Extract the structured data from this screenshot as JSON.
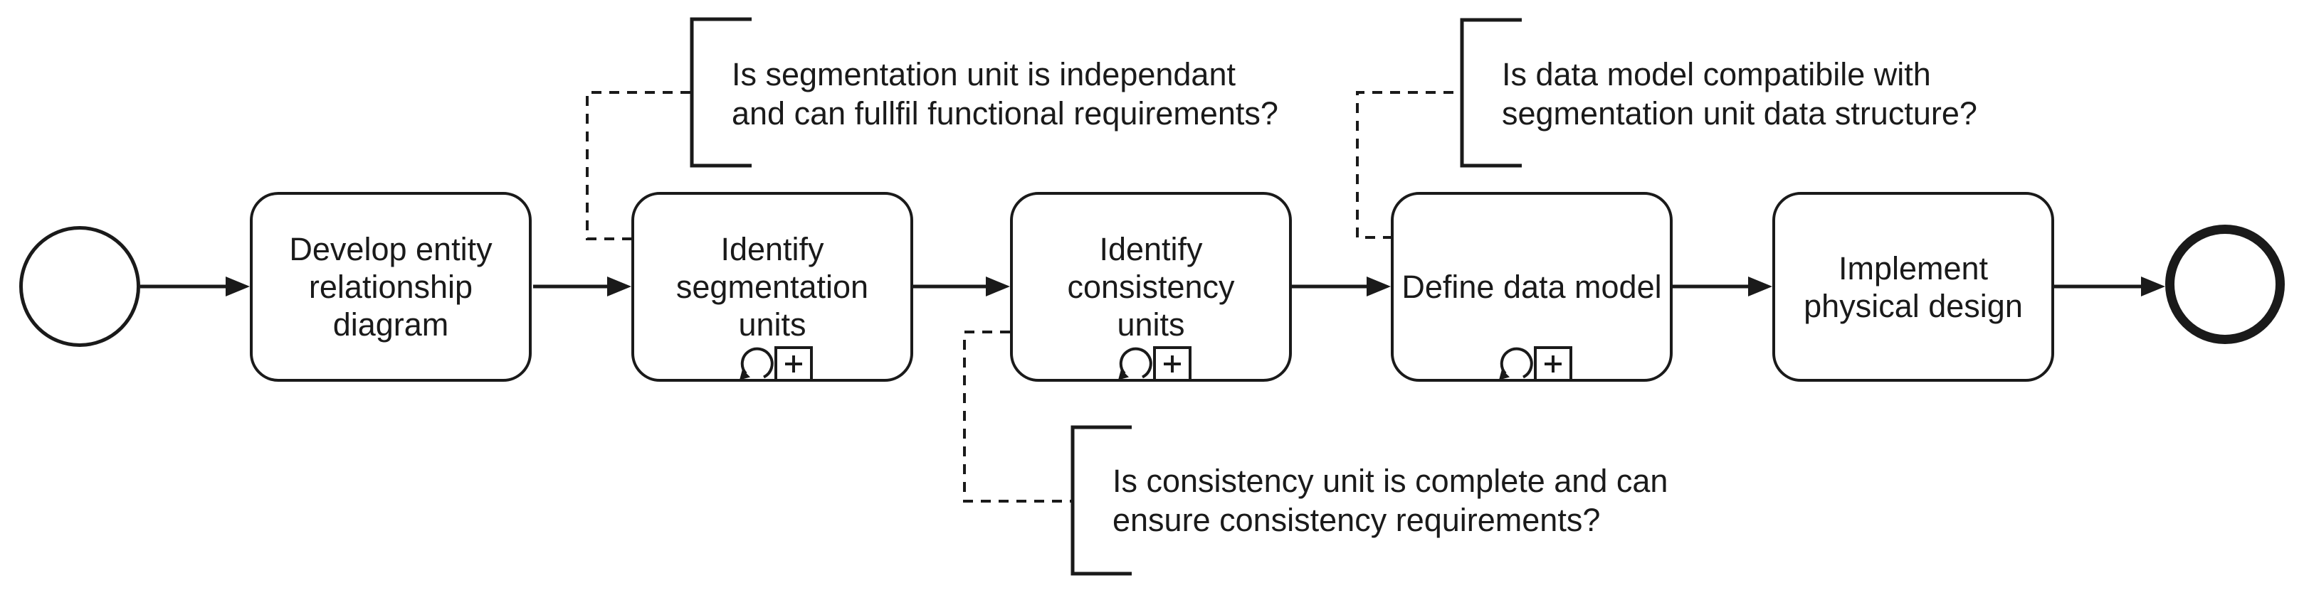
{
  "diagram": {
    "kind": "BPMN process flow",
    "colors": {
      "background": "#ffffff",
      "stroke": "#1a1a1a",
      "text": "#1a1a1a"
    },
    "start_event": {
      "type": "start-event"
    },
    "end_event": {
      "type": "end-event"
    },
    "tasks": [
      {
        "id": "develop-entity-relationship-diagram",
        "label": "Develop entity relationship diagram",
        "lines": [
          "Develop entity",
          "relationship",
          "diagram"
        ],
        "markers": []
      },
      {
        "id": "identify-segmentation-units",
        "label": "Identify segmentation units",
        "lines": [
          "Identify",
          "segmentation",
          "units"
        ],
        "markers": [
          "loop",
          "subprocess"
        ]
      },
      {
        "id": "identify-consistency-units",
        "label": "Identify consistency units",
        "lines": [
          "Identify",
          "consistency",
          "units"
        ],
        "markers": [
          "loop",
          "subprocess"
        ]
      },
      {
        "id": "define-data-model",
        "label": "Define data model",
        "lines": [
          "Define data model"
        ],
        "markers": [
          "loop",
          "subprocess"
        ]
      },
      {
        "id": "implement-physical-design",
        "label": "Implement physical design",
        "lines": [
          "Implement",
          "physical design"
        ],
        "markers": []
      }
    ],
    "annotations": [
      {
        "id": "segmentation-unit-question",
        "attached_to": "identify-segmentation-units",
        "position": "top",
        "text": "Is segmentation unit is independant and can fullfil functional requirements?",
        "lines": [
          "Is segmentation unit is independant",
          "and can fullfil functional requirements?"
        ]
      },
      {
        "id": "data-model-question",
        "attached_to": "define-data-model",
        "position": "top",
        "text": "Is data model compatibile with segmentation unit data structure?",
        "lines": [
          "Is data model compatibile with",
          "segmentation unit data structure?"
        ]
      },
      {
        "id": "consistency-unit-question",
        "attached_to": "identify-consistency-units",
        "position": "bottom",
        "text": "Is consistency unit is complete and can ensure consistency requirements?",
        "lines": [
          "Is consistency unit is complete and can",
          "ensure consistency requirements?"
        ]
      }
    ],
    "flow_order": [
      "start-event",
      "develop-entity-relationship-diagram",
      "identify-segmentation-units",
      "identify-consistency-units",
      "define-data-model",
      "implement-physical-design",
      "end-event"
    ]
  }
}
